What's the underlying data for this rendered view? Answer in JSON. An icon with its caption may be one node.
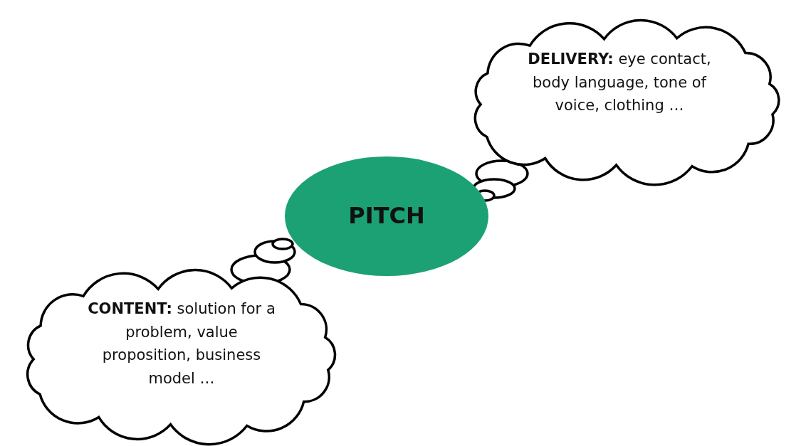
{
  "diagram": {
    "nodes": [
      {
        "text": [
          "PITCH"
        ]
      },
      {
        "text": [
          "**DELIVERY:** eye contact, body language, tone of voice, clothing …"
        ]
      },
      {
        "text": [
          "**CONTENT:** solution for a problem, value proposition, business model …"
        ]
      }
    ]
  }
}
